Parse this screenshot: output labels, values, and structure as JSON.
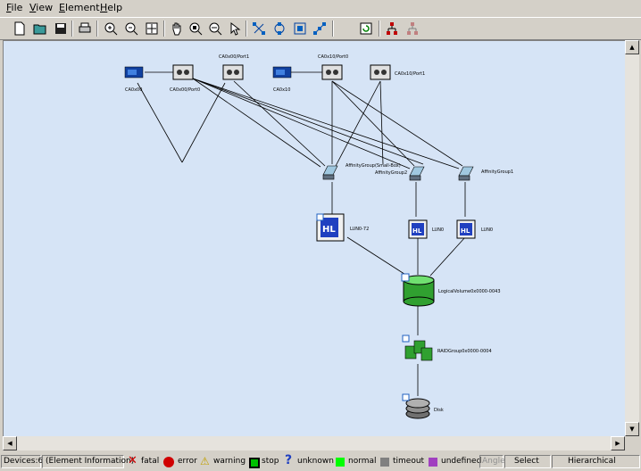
{
  "menu": [
    "File",
    "View",
    "Element",
    "Help"
  ],
  "toolbar_icons": [
    "new-icon",
    "open-icon",
    "save-icon",
    "print-icon",
    "zoom-in-icon",
    "zoom-out-icon",
    "fit-icon",
    "pan-hand-icon",
    "zoom-area-icon",
    "zoom-select-icon",
    "pointer-icon",
    "layout-icon-1",
    "layout-icon-2",
    "layout-icon-3",
    "layout-icon-4",
    "refresh-icon",
    "hierarchy-icon",
    "hierarchy-alt-icon"
  ],
  "nodes": {
    "ca00": "CA0x00",
    "ca00p0": "CA0x00/Port0",
    "ca00p1": "CA0x00/Port1",
    "ca10": "CA0x10",
    "ca10p0": "CA0x10/Port0",
    "ca10p1": "CA0x10/Port1",
    "ag_small": "AffinityGroup(Small-Box)",
    "ag2": "AffinityGroup2",
    "ag1": "AffinityGroup1",
    "lun72": "LUN0-72",
    "lun0a": "LUN0",
    "lun0b": "LUN0",
    "lv": "LogicalVolume0x0000-0043",
    "raid": "RAIDGroup0x0000-0004",
    "disk": "Disk"
  },
  "status": {
    "devices": "Devices:6",
    "element_info": "(Element Information)",
    "fatal": "fatal",
    "error": "error",
    "warning": "warning",
    "stop": "stop",
    "unknown": "unknown",
    "normal": "normal",
    "timeout": "timeout",
    "undefined": "undefined",
    "angle": "Angle",
    "mode": "Select",
    "layout": "Hierarchical"
  },
  "colors": {
    "canvas": "#d6e4f6",
    "normal": "#00ff00",
    "timeout": "#808080",
    "undefined": "#a040c0",
    "fatal": "#d00000",
    "error": "#d00000"
  }
}
